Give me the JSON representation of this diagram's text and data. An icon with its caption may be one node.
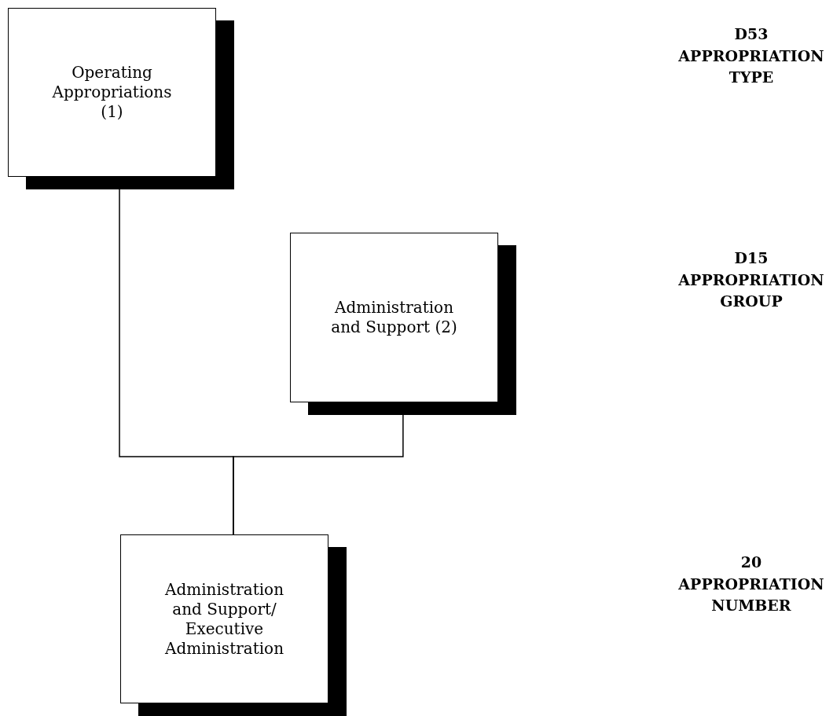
{
  "diagram": {
    "nodes": [
      {
        "text": [
          "Operating Appropriations (1)"
        ]
      },
      {
        "text": [
          "Administration and Support (2)"
        ]
      },
      {
        "text": [
          "Administration and Support/ Executive Administration"
        ]
      }
    ],
    "edges": [
      {
        "from": 0,
        "to": 2,
        "arrow": "none"
      },
      {
        "from": 1,
        "to": 2,
        "arrow": "none"
      }
    ],
    "labels": [
      "D53 APPROPRIATION TYPE",
      "D15 APPROPRIATION GROUP",
      "20 APPROPRIATION NUMBER"
    ]
  }
}
